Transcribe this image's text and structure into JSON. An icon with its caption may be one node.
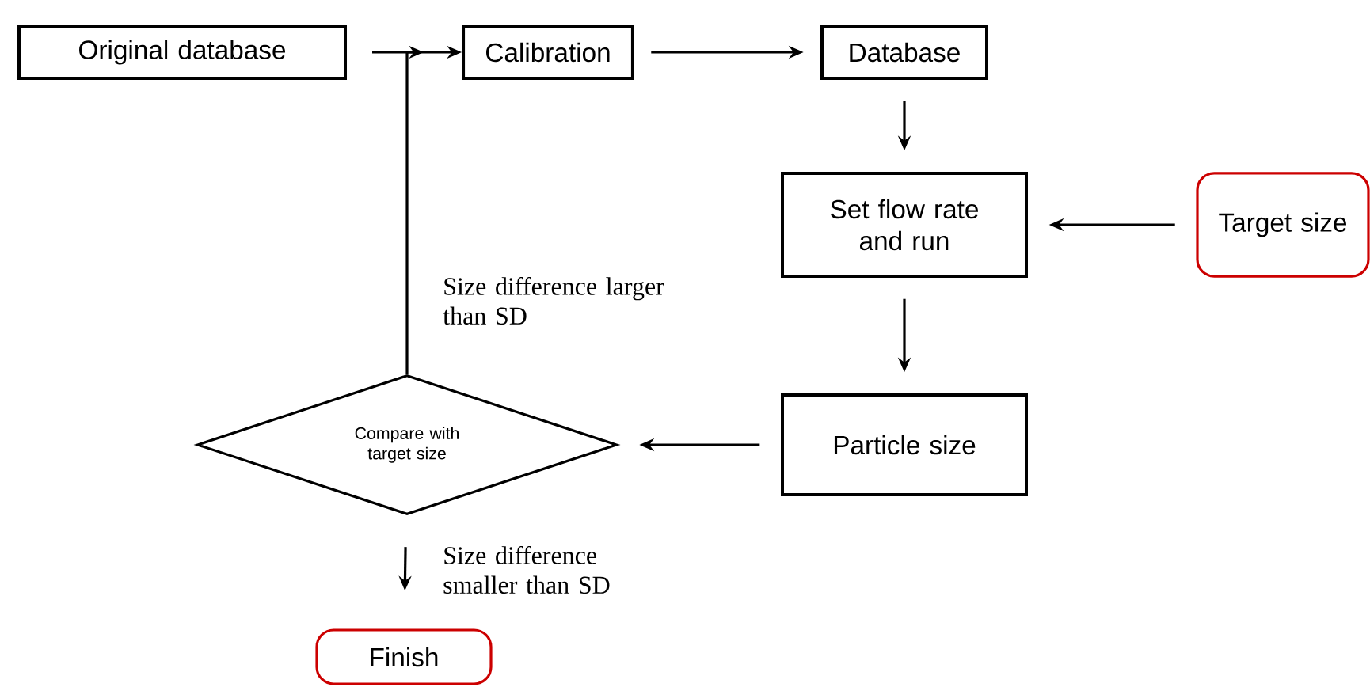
{
  "diagram": {
    "nodes": [
      {
        "text": [
          "Original database"
        ]
      },
      {
        "text": [
          "Calibration"
        ]
      },
      {
        "text": [
          "Database"
        ]
      },
      {
        "text": [
          "Set flow rate and run"
        ]
      },
      {
        "text": [
          "Target size"
        ]
      },
      {
        "text": [
          "Particle size"
        ]
      },
      {
        "text": [
          "Compare with target size"
        ]
      },
      {
        "text": [
          "Finish"
        ]
      }
    ],
    "edges": [
      {
        "from": 0,
        "to": 1,
        "arrow": "to"
      },
      {
        "from": 1,
        "to": 2,
        "arrow": "to"
      },
      {
        "from": 2,
        "to": 3,
        "arrow": "to"
      },
      {
        "from": 4,
        "to": 3,
        "arrow": "to"
      },
      {
        "from": 3,
        "to": 5,
        "arrow": "to"
      },
      {
        "from": 5,
        "to": 6,
        "arrow": "to"
      },
      {
        "from": 6,
        "to": 1,
        "arrow": "to",
        "label": "Size difference larger than SD"
      },
      {
        "from": 6,
        "to": 7,
        "arrow": "to",
        "label": "Size difference smaller than SD"
      }
    ]
  }
}
